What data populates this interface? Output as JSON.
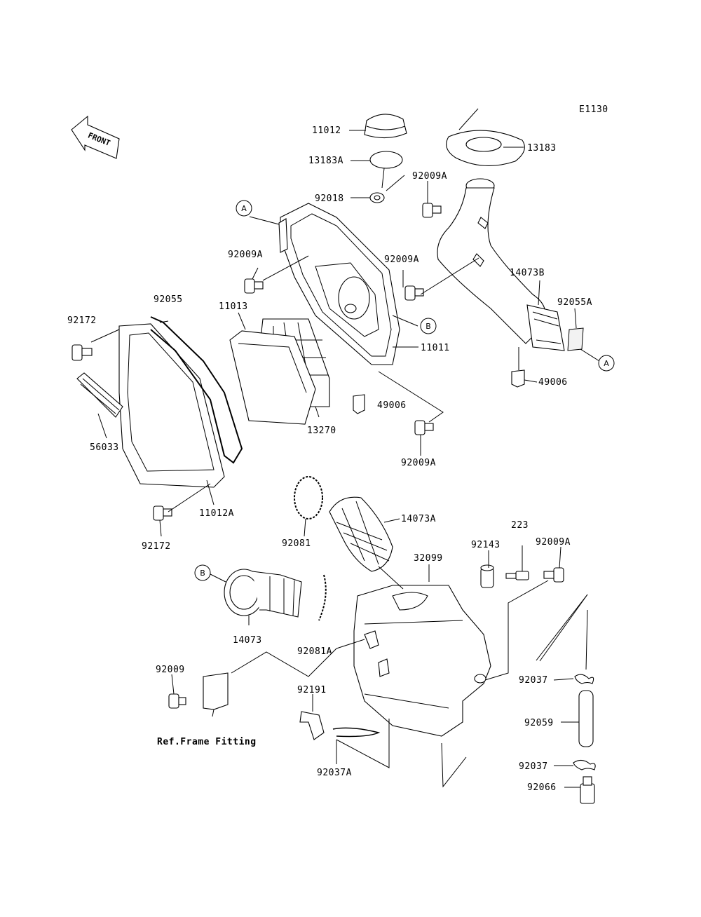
{
  "diagram": {
    "code": "E1130",
    "front_label": "FRONT",
    "ref_note": "Ref.Frame Fitting",
    "callouts": {
      "a": "A",
      "b": "B"
    },
    "parts": {
      "p11012": "11012",
      "p13183a": "13183A",
      "p92018": "92018",
      "p13183": "13183",
      "p92009a_top": "92009A",
      "p92009a_box": "92009A",
      "p11013": "11013",
      "p92009a_tube": "92009A",
      "p14073b": "14073B",
      "p92055a": "92055A",
      "p92055": "92055",
      "p92172_top": "92172",
      "p11011": "11011",
      "p49006_right": "49006",
      "p49006_mid": "49006",
      "p56033": "56033",
      "p13270": "13270",
      "p92009a_mid": "92009A",
      "p11012a": "11012A",
      "p92172_bot": "92172",
      "p14073a": "14073A",
      "p92081": "92081",
      "p223": "223",
      "p92143": "92143",
      "p92009a_right": "92009A",
      "p32099": "32099",
      "p14073": "14073",
      "p92081a": "92081A",
      "p92009": "92009",
      "p92037_top": "92037",
      "p92191": "92191",
      "p92059": "92059",
      "p92037_bot": "92037",
      "p92037a": "92037A",
      "p92066": "92066"
    }
  }
}
